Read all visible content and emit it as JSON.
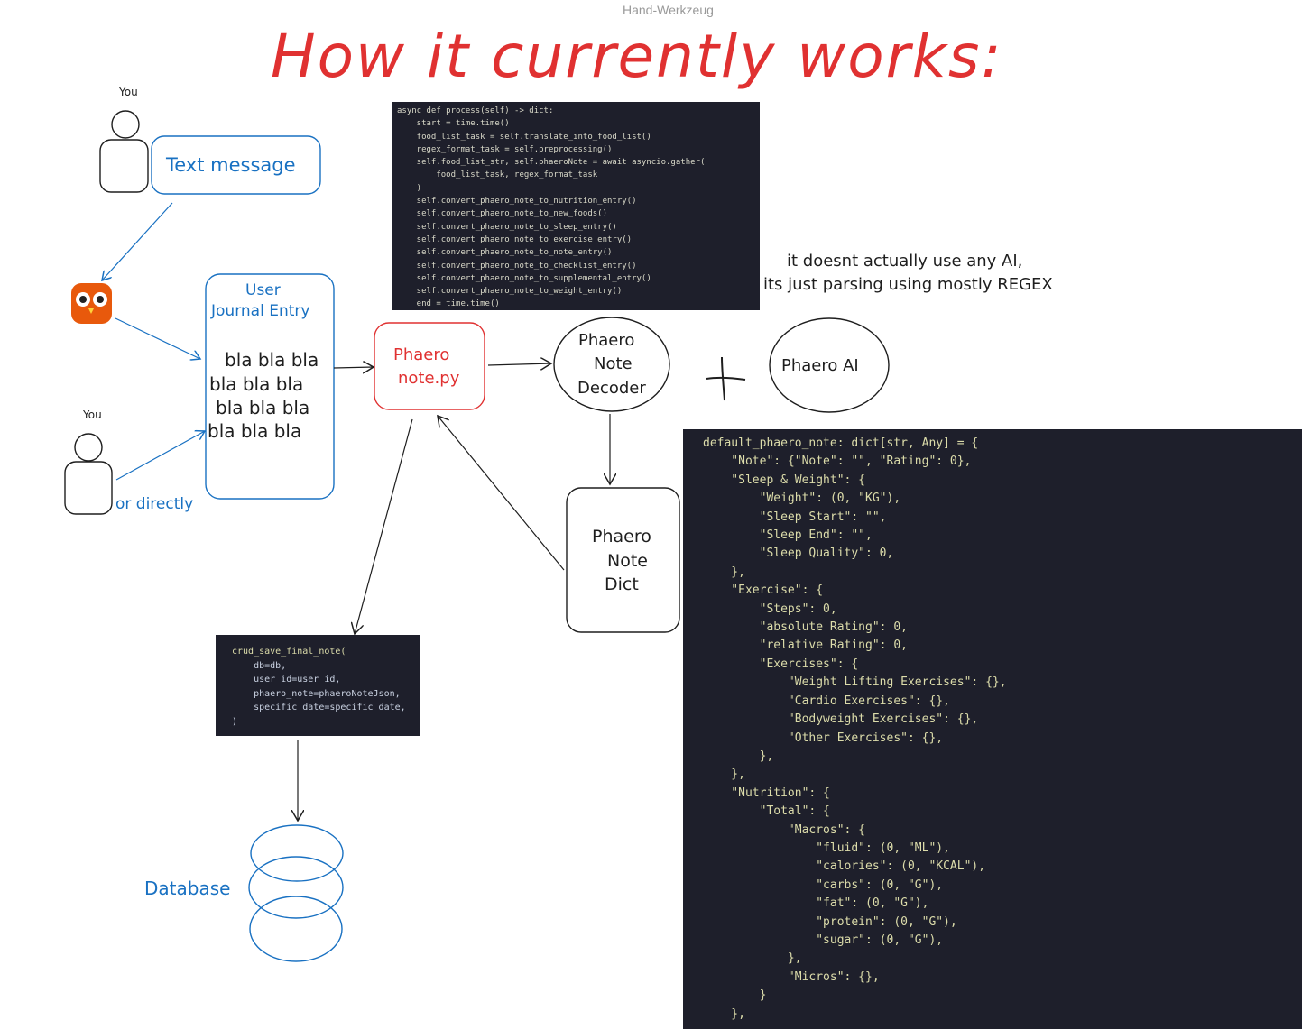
{
  "toolbar": {
    "label": "Hand-Werkzeug"
  },
  "title": "How it currently works:",
  "actors": {
    "you_top_label": "You",
    "you_bottom_label": "You"
  },
  "nodes": {
    "text_message": "Text message",
    "user_journal_title_1": "User",
    "user_journal_title_2": "Journal Entry",
    "journal_lines": [
      "bla bla bla",
      "bla bla bla",
      "bla bla bla",
      "bla bla bla"
    ],
    "phaero_note_py_1": "Phaero",
    "phaero_note_py_2": "note.py",
    "decoder_1": "Phaero",
    "decoder_2": "Note",
    "decoder_3": "Decoder",
    "phaero_ai": "Phaero AI",
    "plus": "+",
    "dict_1": "Phaero",
    "dict_2": "Note",
    "dict_3": "Dict",
    "database": "Database",
    "or_directly": "or directly"
  },
  "annotation": {
    "line1": "it doesnt actually use any AI,",
    "line2": "its just parsing using mostly REGEX"
  },
  "code_process": [
    "async def process(self) -> dict:",
    "    start = time.time()",
    "    food_list_task = self.translate_into_food_list()",
    "    regex_format_task = self.preprocessing()",
    "    self.food_list_str, self.phaeroNote = await asyncio.gather(",
    "        food_list_task, regex_format_task",
    "    )",
    "    self.convert_phaero_note_to_nutrition_entry()",
    "    self.convert_phaero_note_to_new_foods()",
    "    self.convert_phaero_note_to_sleep_entry()",
    "    self.convert_phaero_note_to_exercise_entry()",
    "    self.convert_phaero_note_to_note_entry()",
    "    self.convert_phaero_note_to_checklist_entry()",
    "    self.convert_phaero_note_to_supplemental_entry()",
    "    self.convert_phaero_note_to_weight_entry()",
    "    end = time.time()"
  ],
  "code_crud": [
    "crud_save_final_note(",
    "    db=db,",
    "    user_id=user_id,",
    "    phaero_note=phaeroNoteJson,",
    "    specific_date=specific_date,",
    ")"
  ],
  "code_dict": [
    "default_phaero_note: dict[str, Any] = {",
    "    \"Note\": {\"Note\": \"\", \"Rating\": 0},",
    "    \"Sleep & Weight\": {",
    "        \"Weight\": (0, \"KG\"),",
    "        \"Sleep Start\": \"\",",
    "        \"Sleep End\": \"\",",
    "        \"Sleep Quality\": 0,",
    "    },",
    "    \"Exercise\": {",
    "        \"Steps\": 0,",
    "        \"absolute Rating\": 0,",
    "        \"relative Rating\": 0,",
    "        \"Exercises\": {",
    "            \"Weight Lifting Exercises\": {},",
    "            \"Cardio Exercises\": {},",
    "            \"Bodyweight Exercises\": {},",
    "            \"Other Exercises\": {},",
    "        },",
    "    },",
    "    \"Nutrition\": {",
    "        \"Total\": {",
    "            \"Macros\": {",
    "                \"fluid\": (0, \"ML\"),",
    "                \"calories\": (0, \"KCAL\"),",
    "                \"carbs\": (0, \"G\"),",
    "                \"fat\": (0, \"G\"),",
    "                \"protein\": (0, \"G\"),",
    "                \"sugar\": (0, \"G\"),",
    "            },",
    "            \"Micros\": {},",
    "        }",
    "    },"
  ],
  "colors": {
    "title": "#e03131",
    "blue": "#1971c2",
    "stroke": "#1e1e1e",
    "code_bg": "#1e1f2b"
  }
}
